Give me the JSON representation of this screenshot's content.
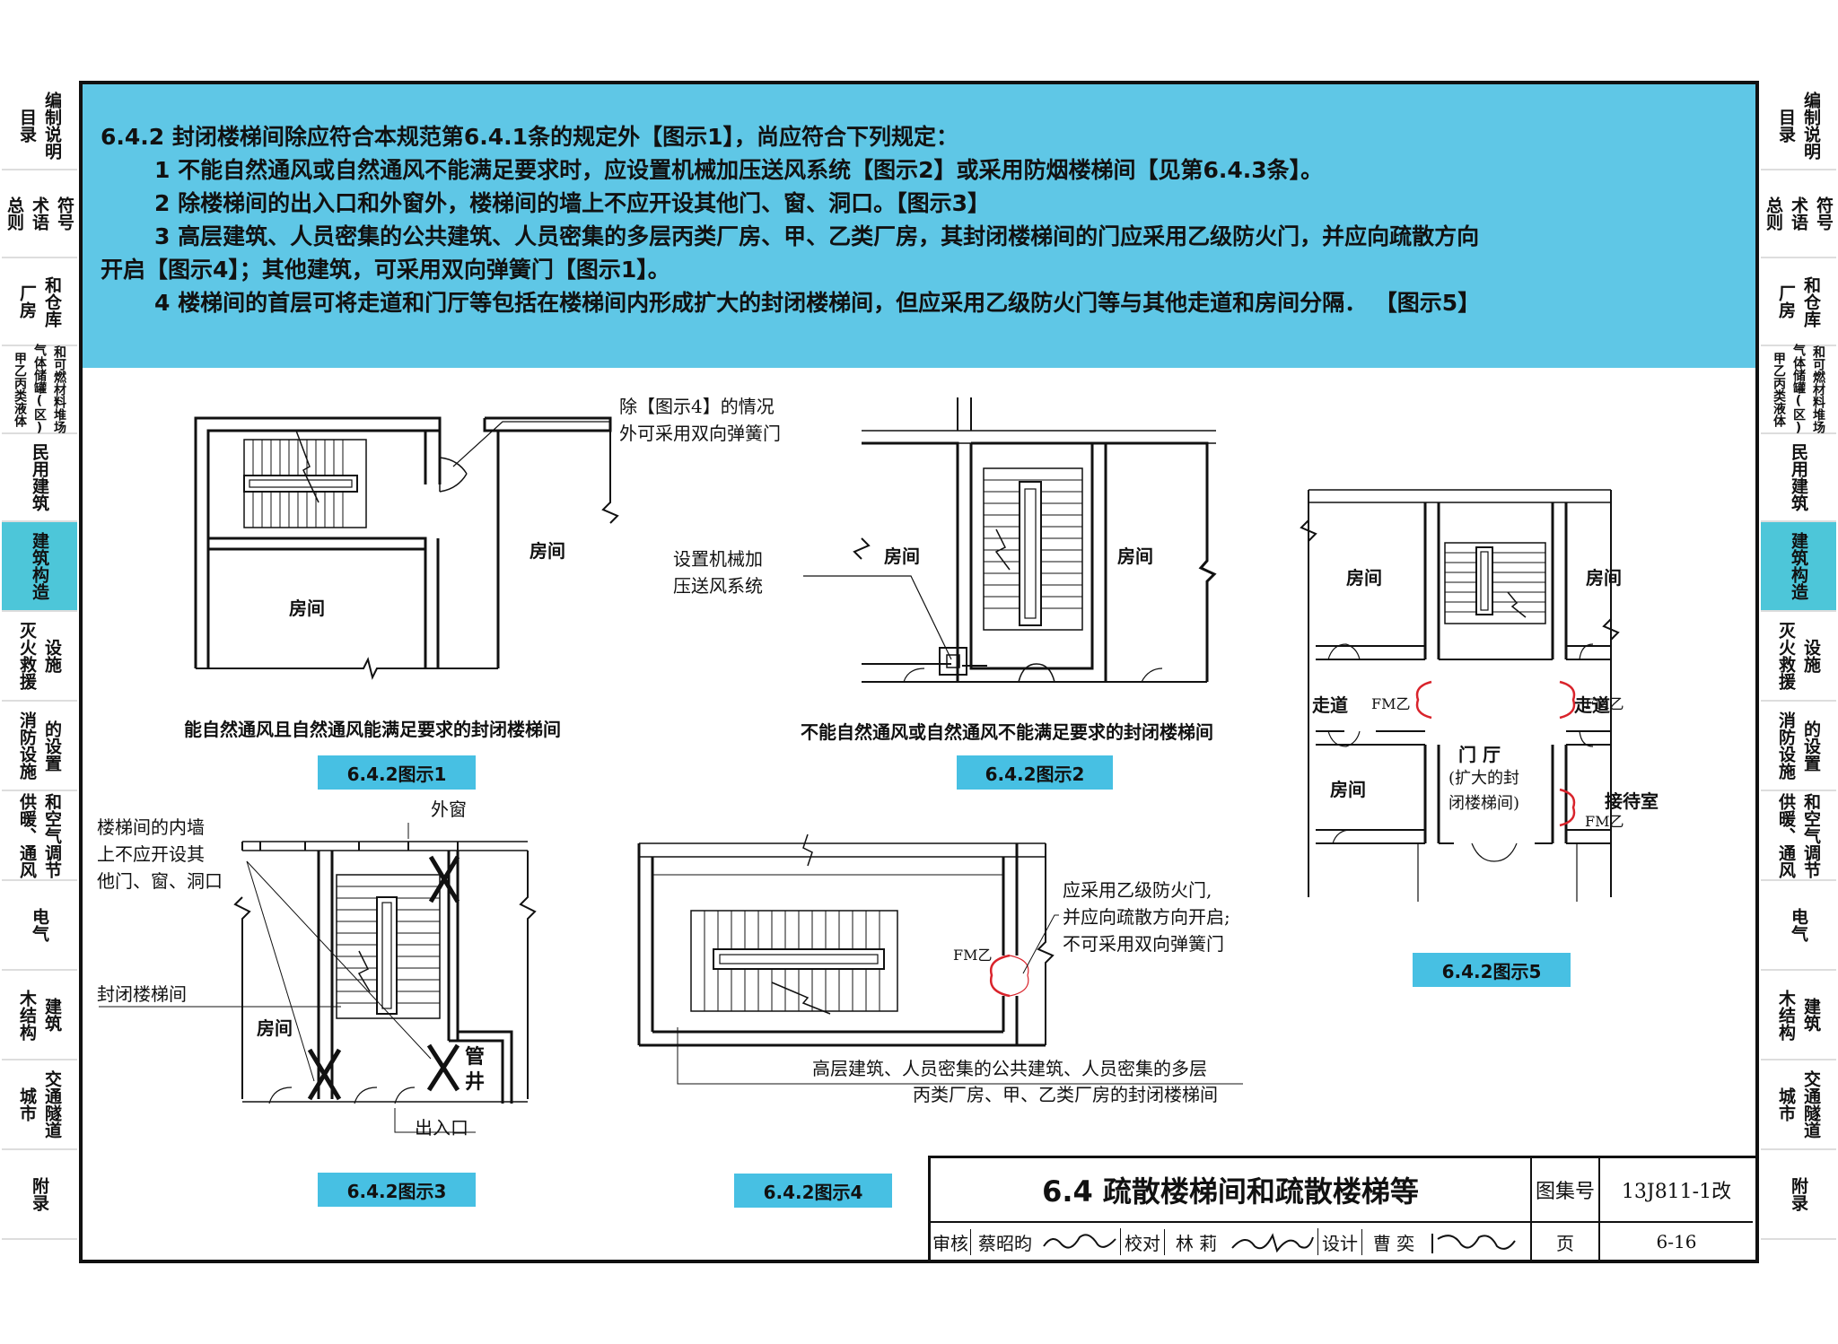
{
  "side_tabs": [
    {
      "cols": [
        "目录",
        "编制说明"
      ]
    },
    {
      "cols": [
        "总则",
        "术语",
        "符号"
      ]
    },
    {
      "cols": [
        "厂房",
        "和仓库"
      ]
    },
    {
      "cols": [
        "甲乙丙类液体",
        "气体储罐(区)",
        "和可燃材料堆场"
      ],
      "small": true
    },
    {
      "cols": [
        "民用建筑"
      ]
    },
    {
      "cols": [
        "建筑构造"
      ],
      "active": true
    },
    {
      "cols": [
        "灭火救援",
        "设施"
      ]
    },
    {
      "cols": [
        "消防设施",
        "的设置"
      ]
    },
    {
      "cols": [
        "供暖、通风",
        "和空气调节"
      ]
    },
    {
      "cols": [
        "电气"
      ]
    },
    {
      "cols": [
        "木结构",
        "建筑"
      ]
    },
    {
      "cols": [
        "城市",
        "交通隧道"
      ]
    },
    {
      "cols": [
        "附录"
      ]
    }
  ],
  "clause": {
    "line1": "6.4.2  封闭楼梯间除应符合本规范第6.4.1条的规定外【图示1】，尚应符合下列规定：",
    "line2": "1  不能自然通风或自然通风不能满足要求时，应设置机械加压送风系统【图示2】或采用防烟楼梯间【见第6.4.3条】。",
    "line3": "2  除楼梯间的出入口和外窗外，楼梯间的墙上不应开设其他门、窗、洞口。【图示3】",
    "line4": "3  高层建筑、人员密集的公共建筑、人员密集的多层丙类厂房、甲、乙类厂房，其封闭楼梯间的门应采用乙级防火门，并应向疏散方向",
    "line5": "开启【图示4】；其他建筑，可采用双向弹簧门【图示1】。",
    "line6": "4  楼梯间的首层可将走道和门厅等包括在楼梯间内形成扩大的封闭楼梯间，但应采用乙级防火门等与其他走道和房间分隔．  【图示5】"
  },
  "fig1": {
    "note_line1": "除【图示4】的情况",
    "note_line2": "外可采用双向弹簧门",
    "room_a": "房间",
    "room_b": "房间",
    "title": "能自然通风且自然通风能满足要求的封闭楼梯间",
    "caption": "6.4.2图示1"
  },
  "fig2": {
    "note_line1": "设置机械加",
    "note_line2": "压送风系统",
    "room_a": "房间",
    "room_b": "房间",
    "title": "不能自然通风或自然通风不能满足要求的封闭楼梯间",
    "caption": "6.4.2图示2"
  },
  "fig3": {
    "note_line1": "楼梯间的内墙",
    "note_line2": "上不应开设其",
    "note_line3": "他门、窗、洞口",
    "window": "外窗",
    "stair": "封闭楼梯间",
    "room": "房间",
    "shaft_a": "管",
    "shaft_b": "井",
    "exit": "出入口",
    "caption": "6.4.2图示3"
  },
  "fig4": {
    "note_line1": "应采用乙级防火门,",
    "note_line2": "并应向疏散方向开启;",
    "note_line3": "不可采用双向弹簧门",
    "door": "FM乙",
    "title_line1": "高层建筑、人员密集的公共建筑、人员密集的多层",
    "title_line2": "丙类厂房、甲、乙类厂房的封闭楼梯间",
    "caption": "6.4.2图示4"
  },
  "fig5": {
    "room_tl": "房间",
    "room_tr": "房间",
    "corridor_l": "走道",
    "corridor_r": "走道",
    "door_l": "FM乙",
    "door_r": "FM乙",
    "door_r2": "FM乙",
    "hall": "门  厅",
    "hall_sub1": "(扩大的封",
    "hall_sub2": "闭楼梯间)",
    "room_bl": "房间",
    "reception": "接待室",
    "caption": "6.4.2图示5"
  },
  "title_block": {
    "section_title": "6.4  疏散楼梯间和疏散楼梯等",
    "atlas_label": "图集号",
    "atlas_no": "13J811-1改",
    "review_label": "审核",
    "review_name": "蔡昭昀",
    "check_label": "校对",
    "check_name": "林  莉",
    "design_label": "设计",
    "design_name": "曹  奕",
    "page_label": "页",
    "page_no": "6-16"
  }
}
